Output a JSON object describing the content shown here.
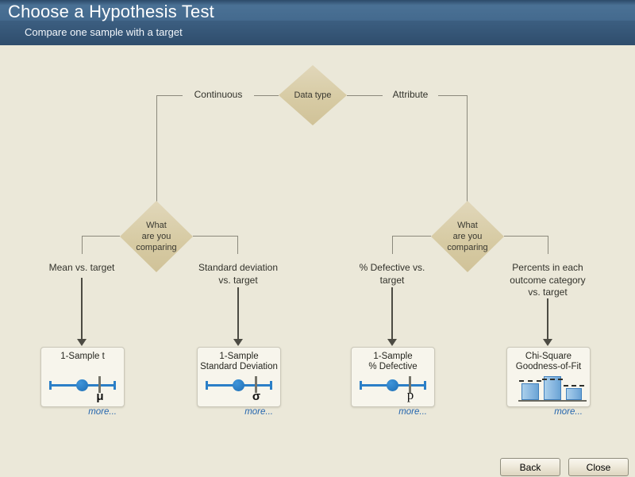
{
  "header": {
    "title": "Choose a Hypothesis Test",
    "subtitle": "Compare one sample with a target"
  },
  "tree": {
    "root_node": "Data type",
    "edges": {
      "continuous": "Continuous",
      "attribute": "Attribute"
    },
    "left_node": "What\nare you\ncomparing",
    "right_node": "What\nare you\ncomparing",
    "branch_labels": {
      "mean": "Mean vs. target",
      "stdev": "Standard deviation\nvs. target",
      "defective": "% Defective vs.\ntarget",
      "percents": "Percents in each\noutcome category\nvs. target"
    },
    "cards": [
      {
        "title": "1-Sample t",
        "symbol": "μ",
        "icon": "interval-plot-icon",
        "more_label": "more..."
      },
      {
        "title": "1-Sample\nStandard Deviation",
        "symbol": "σ",
        "icon": "interval-plot-icon",
        "more_label": "more..."
      },
      {
        "title": "1-Sample\n% Defective",
        "symbol": "p",
        "icon": "interval-plot-icon",
        "more_label": "more..."
      },
      {
        "title": "Chi-Square\nGoodness-of-Fit",
        "icon": "bar-chart-icon",
        "more_label": "more..."
      }
    ]
  },
  "footer": {
    "back_label": "Back",
    "close_label": "Close"
  },
  "colors": {
    "header_top": "#4a7195",
    "header_bottom": "#2f4d6c",
    "background": "#ebe8d9",
    "diamond": "#d7cba4",
    "connector": "#8b897c",
    "accent_blue": "#2b7fc7",
    "link_blue": "#2566ae"
  }
}
